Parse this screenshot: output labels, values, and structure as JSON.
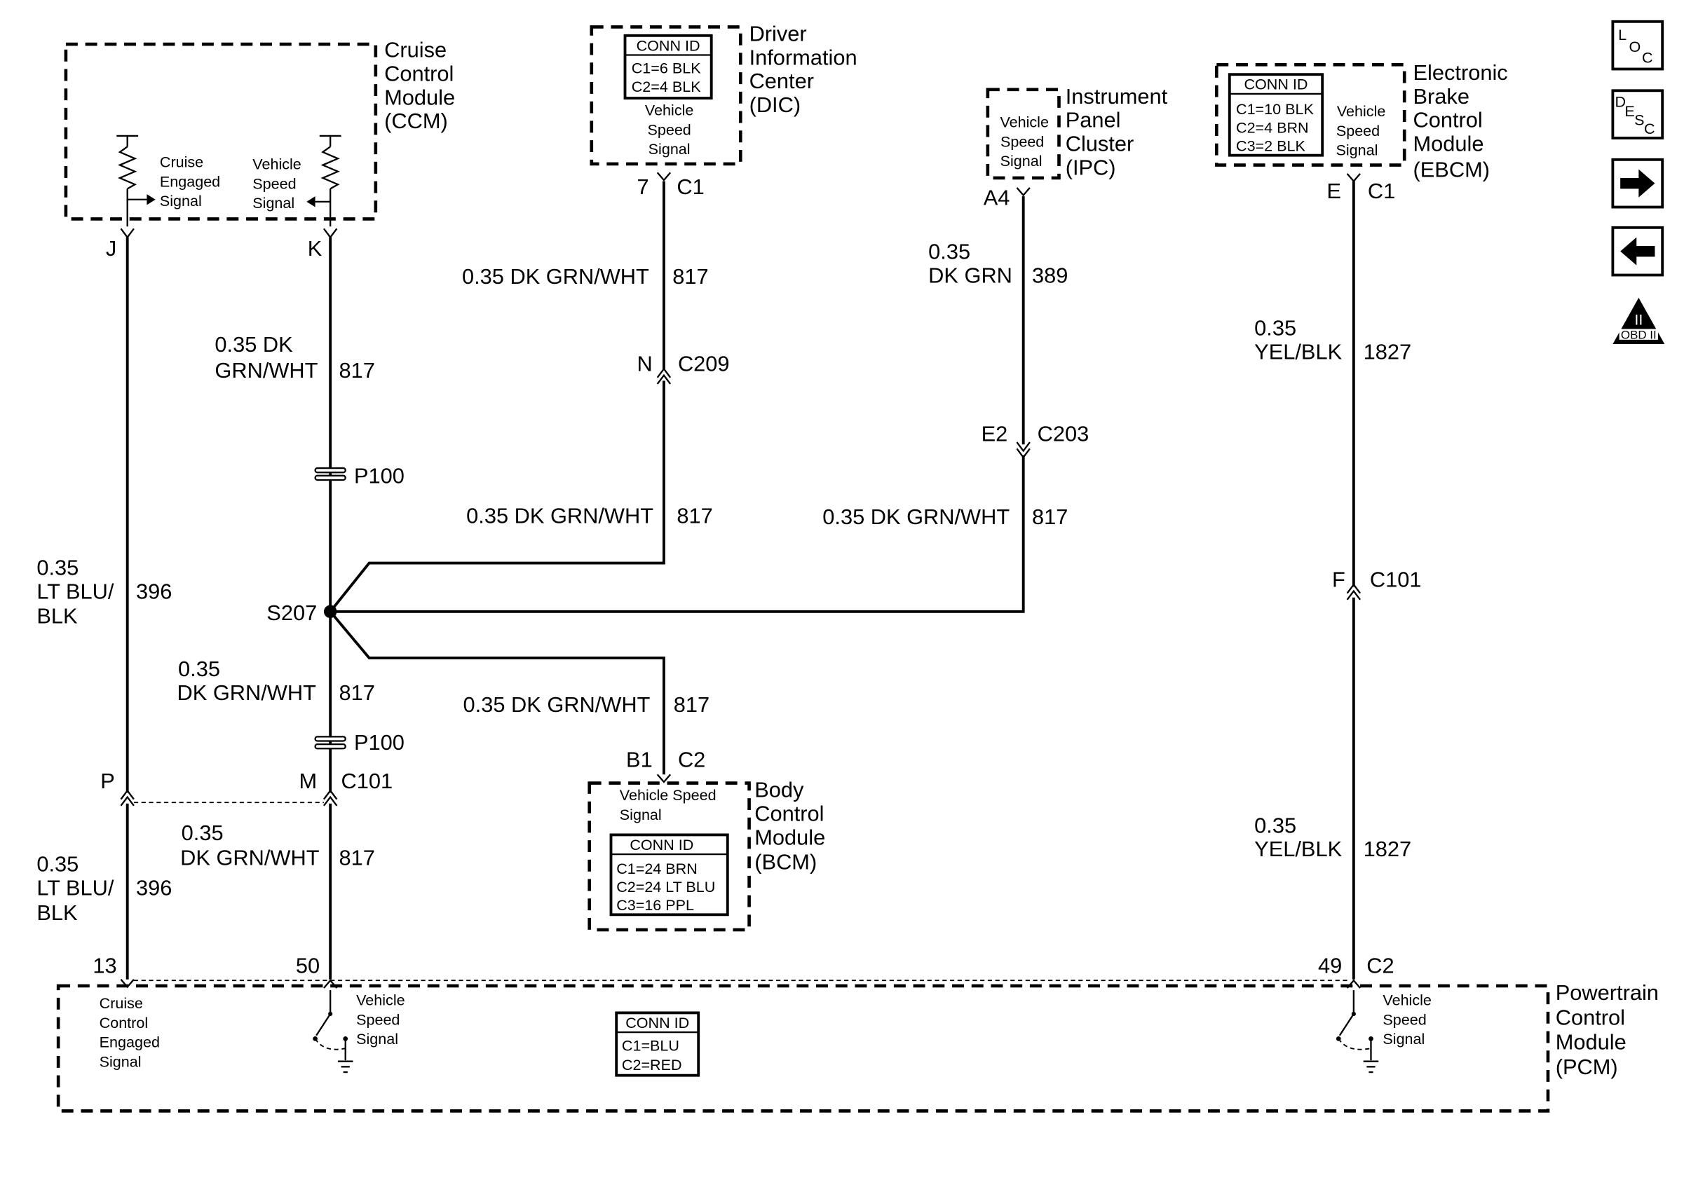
{
  "modules": {
    "ccm": {
      "name": [
        "Cruise",
        "Control",
        "Module",
        "(CCM)"
      ],
      "signal_cruise": [
        "Cruise",
        "Engaged",
        "Signal"
      ],
      "signal_vss": [
        "Vehicle",
        "Speed",
        "Signal"
      ],
      "pin_j": "J",
      "pin_k": "K"
    },
    "dic": {
      "name": [
        "Driver",
        "Information",
        "Center",
        "(DIC)"
      ],
      "conn_title": "CONN ID",
      "conn_lines": [
        "C1=6 BLK",
        "C2=4 BLK"
      ],
      "signal": [
        "Vehicle",
        "Speed",
        "Signal"
      ],
      "pin": "7",
      "conn": "C1"
    },
    "ipc": {
      "name": [
        "Instrument",
        "Panel",
        "Cluster",
        "(IPC)"
      ],
      "signal": [
        "Vehicle",
        "Speed",
        "Signal"
      ],
      "pin": "A4"
    },
    "ebcm": {
      "name": [
        "Electronic",
        "Brake",
        "Control",
        "Module",
        "(EBCM)"
      ],
      "conn_title": "CONN ID",
      "conn_lines": [
        "C1=10 BLK",
        "C2=4 BRN",
        "C3=2 BLK"
      ],
      "signal": [
        "Vehicle",
        "Speed",
        "Signal"
      ],
      "pin": "E",
      "conn": "C1"
    },
    "bcm": {
      "name": [
        "Body",
        "Control",
        "Module",
        "(BCM)"
      ],
      "signal": [
        "Vehicle Speed",
        "Signal"
      ],
      "conn_title": "CONN ID",
      "conn_lines": [
        "C1=24 BRN",
        "C2=24 LT BLU",
        "C3=16 PPL"
      ],
      "pin": "B1",
      "conn": "C2"
    },
    "pcm": {
      "name": [
        "Powertrain",
        "Control",
        "Module",
        "(PCM)"
      ],
      "signal_cruise": [
        "Cruise",
        "Control",
        "Engaged",
        "Signal"
      ],
      "signal_vss": [
        "Vehicle",
        "Speed",
        "Signal"
      ],
      "signal_vss2": [
        "Vehicle",
        "Speed",
        "Signal"
      ],
      "conn_title": "CONN ID",
      "conn_lines": [
        "C1=BLU",
        "C2=RED"
      ],
      "pin_13": "13",
      "pin_50": "50",
      "pin_49": "49",
      "conn_c2": "C2"
    }
  },
  "wires": {
    "ccm_j": {
      "gauge": "0.35",
      "color_lines": [
        "LT BLU/",
        "BLK"
      ],
      "circuit": "396"
    },
    "ccm_k": {
      "label_lines": [
        "0.35 DK",
        "GRN/WHT"
      ],
      "circuit": "817"
    },
    "s207_lower": {
      "gauge": "0.35",
      "color": "DK GRN/WHT",
      "circuit": "817"
    },
    "pcm_13": {
      "gauge": "0.35",
      "color_lines": [
        "LT BLU/",
        "BLK"
      ],
      "circuit": "396"
    },
    "pcm_50": {
      "gauge": "0.35",
      "color": "DK GRN/WHT",
      "circuit": "817"
    },
    "dic_top": {
      "label": "0.35 DK GRN/WHT",
      "circuit": "817"
    },
    "dic_bottom": {
      "label": "0.35 DK GRN/WHT",
      "circuit": "817"
    },
    "bcm": {
      "label": "0.35 DK GRN/WHT",
      "circuit": "817"
    },
    "ipc_top": {
      "gauge": "0.35",
      "color": "DK GRN",
      "circuit": "389"
    },
    "ipc_bottom": {
      "label": "0.35 DK GRN/WHT",
      "circuit": "817"
    },
    "ebcm_top": {
      "gauge": "0.35",
      "color": "YEL/BLK",
      "circuit": "1827"
    },
    "ebcm_bottom": {
      "gauge": "0.35",
      "color": "YEL/BLK",
      "circuit": "1827"
    }
  },
  "connectors": {
    "c209": {
      "pin": "N",
      "name": "C209"
    },
    "c203": {
      "pin": "E2",
      "name": "C203"
    },
    "c101_left": {
      "pin_p": "P",
      "pin_m": "M",
      "name": "C101"
    },
    "c101_right": {
      "pin": "F",
      "name": "C101"
    },
    "p100_upper": "P100",
    "p100_lower": "P100",
    "s207": "S207"
  },
  "nav": {
    "loc": [
      "L",
      "O",
      "C"
    ],
    "desc": [
      "D",
      "E",
      "S",
      "C"
    ],
    "next": "next-page",
    "prev": "previous-page",
    "obd_mark": "II",
    "obd_label": "OBD II"
  }
}
